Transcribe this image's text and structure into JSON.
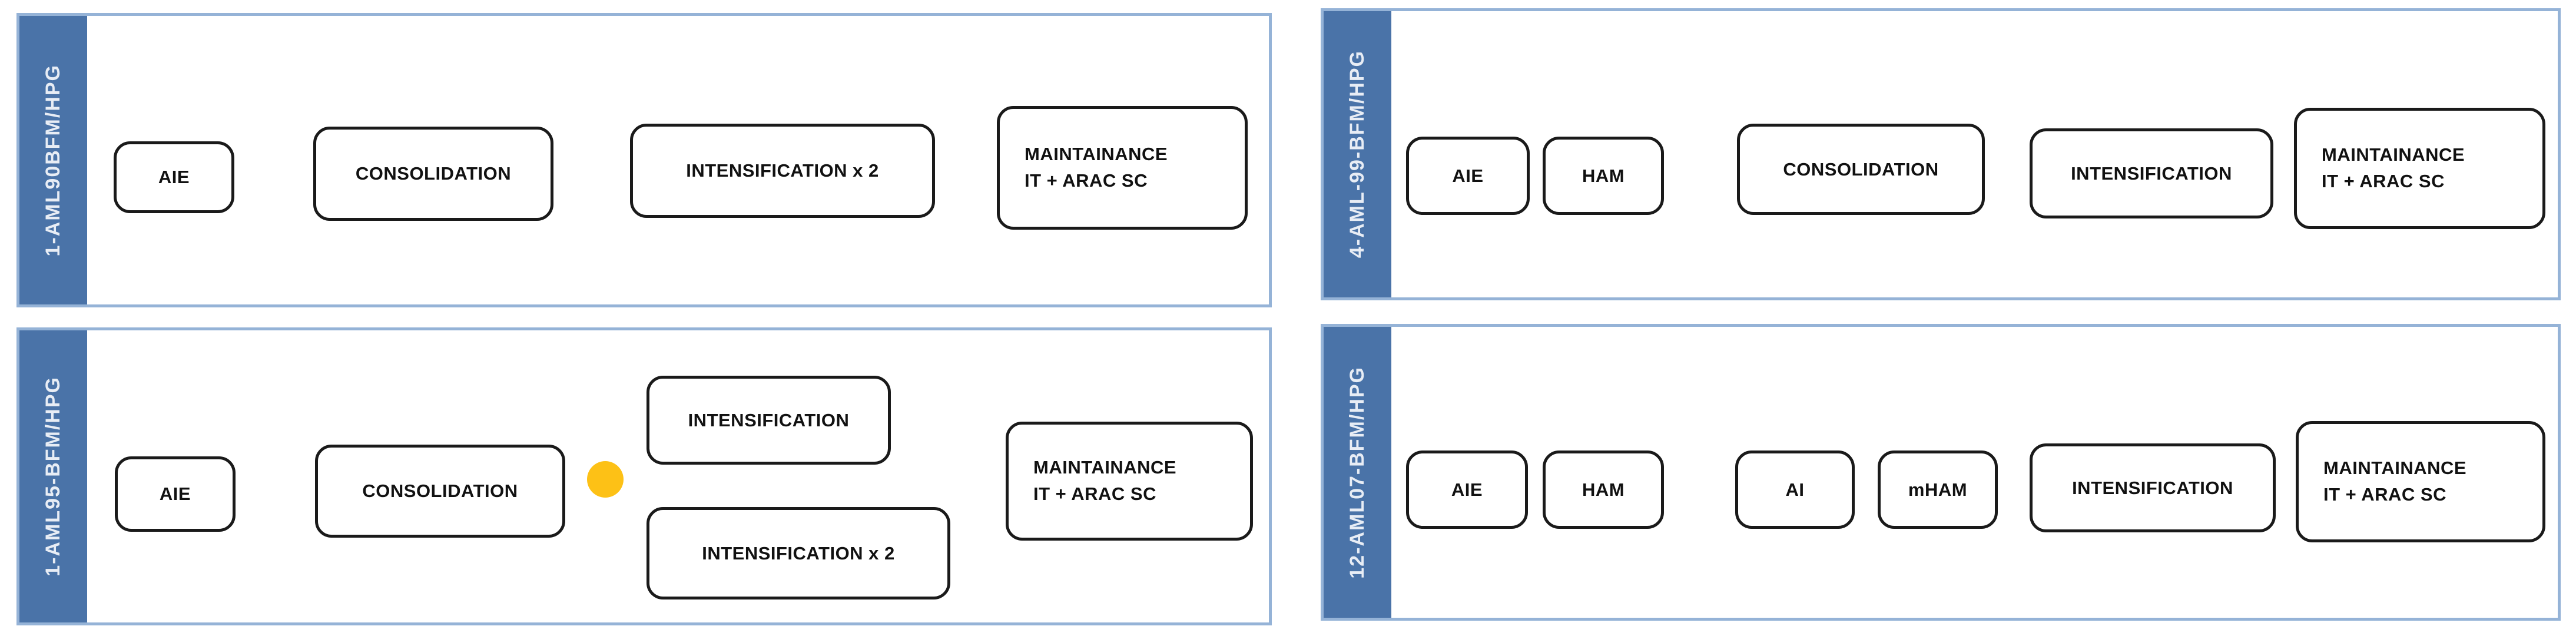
{
  "colors": {
    "sidebar_blue": "#4a73a8",
    "panel_border_blue": "#95b3d7",
    "box_border": "#1a1a1a",
    "milestone_yellow": "#fdc116",
    "box_text": "#111111"
  },
  "panels": [
    {
      "label": "1-AML90BFM/HPG",
      "boxes": [
        {
          "label": "AIE"
        },
        {
          "label": "CONSOLIDATION"
        },
        {
          "label": "INTENSIFICATION x 2"
        },
        {
          "label": "MAINTAINANCE\nIT + ARAC SC"
        }
      ]
    },
    {
      "label": "4-AML-99-BFM/HPG",
      "boxes": [
        {
          "label": "AIE"
        },
        {
          "label": "HAM"
        },
        {
          "label": "CONSOLIDATION"
        },
        {
          "label": "INTENSIFICATION"
        },
        {
          "label": "MAINTAINANCE\nIT + ARAC SC"
        }
      ]
    },
    {
      "label": "1-AML95-BFM/HPG",
      "milestone": {
        "icon": "milestone-dot",
        "color": "#fdc116"
      },
      "boxes": [
        {
          "label": "AIE"
        },
        {
          "label": "CONSOLIDATION"
        },
        {
          "label": "INTENSIFICATION"
        },
        {
          "label": "INTENSIFICATION x 2"
        },
        {
          "label": "MAINTAINANCE\nIT + ARAC SC"
        }
      ]
    },
    {
      "label": "12-AML07-BFM/HPG",
      "boxes": [
        {
          "label": "AIE"
        },
        {
          "label": "HAM"
        },
        {
          "label": "AI"
        },
        {
          "label": "mHAM"
        },
        {
          "label": "INTENSIFICATION"
        },
        {
          "label": "MAINTAINANCE\nIT + ARAC SC"
        }
      ]
    }
  ]
}
